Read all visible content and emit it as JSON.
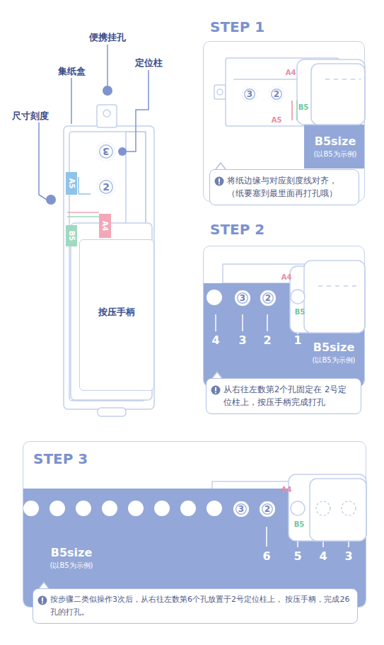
{
  "diagram": {
    "nodes": [
      {
        "text": [
          "3"
        ]
      },
      {
        "text": [
          "2"
        ]
      },
      {
        "text": [
          "A5"
        ]
      },
      {
        "text": [
          "A4"
        ]
      },
      {
        "text": [
          "B5"
        ]
      },
      {
        "text": [
          "按压手柄"
        ]
      },
      {
        "text": [
          "STEP 1"
        ]
      },
      {
        "text": [
          "B5size",
          "(以B5为示例)"
        ],
        "in": 6
      },
      {
        "text": [
          "3"
        ],
        "in": 6
      },
      {
        "text": [
          "2"
        ],
        "in": 6
      },
      {
        "text": [
          "将纸边缘与对应刻度线对齐， （纸要塞到最里面再打孔哦）"
        ],
        "in": 6
      },
      {
        "text": [
          "STEP 2"
        ]
      },
      {
        "text": [
          "B5size",
          "(以B5为示例)"
        ],
        "in": 11
      },
      {
        "text": [
          "3"
        ],
        "in": 11
      },
      {
        "text": [
          "2"
        ],
        "in": 11
      },
      {
        "text": [
          "从右往左数第2个孔固定在 2号定位柱上，按压手柄完成打孔"
        ],
        "in": 11
      },
      {
        "text": [
          "STEP 3"
        ]
      },
      {
        "text": [
          "B5size",
          "(以B5为示例)"
        ],
        "in": 16
      },
      {
        "text": [
          "3"
        ],
        "in": 16
      },
      {
        "text": [
          "2"
        ],
        "in": 16
      },
      {
        "text": [
          "按步骤二类似操作3次后，从右往左数第6个孔放置于2号定位柱上， 按压手柄，完成26孔的打孔。"
        ],
        "in": 16
      }
    ],
    "labels": [
      "便携挂孔",
      "集纸盒",
      "定位柱",
      "尺寸刻度",
      "A4",
      "B5",
      "A5",
      "A4",
      "B5",
      "4",
      "3",
      "2",
      "1",
      "A4",
      "B5",
      "6",
      "5",
      "4",
      "3"
    ]
  }
}
